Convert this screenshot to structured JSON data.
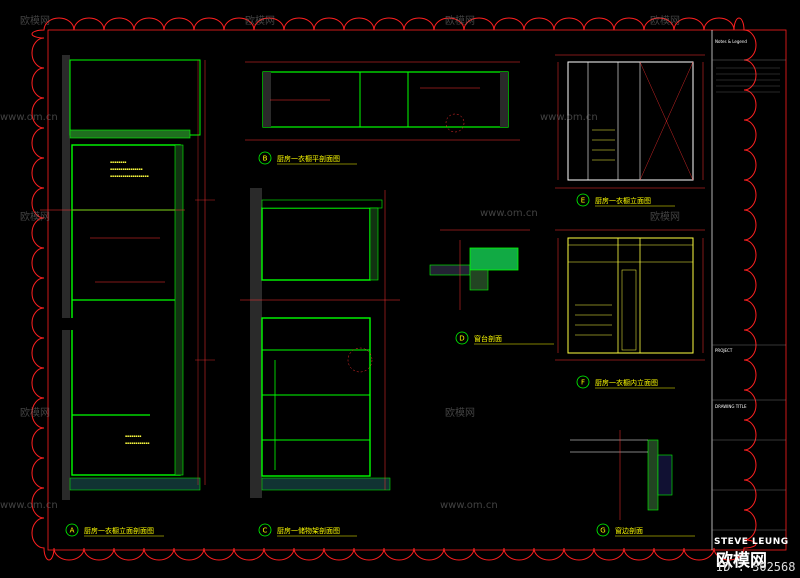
{
  "drawing": {
    "views": [
      {
        "label": "A",
        "title": "厨房一衣橱立面剖面图"
      },
      {
        "label": "B",
        "title": "厨房一衣橱平剖面图"
      },
      {
        "label": "C",
        "title": "厨房一储物架剖面图"
      },
      {
        "label": "D",
        "title": "窗台剖面"
      },
      {
        "label": "E",
        "title": "厨房一衣橱立面图"
      },
      {
        "label": "F",
        "title": "厨房一衣橱内立面图"
      },
      {
        "label": "G",
        "title": "窗边剖面"
      }
    ],
    "title_block": {
      "header": "Notes & Legend",
      "project_label": "PROJECT",
      "drawing_label": "DRAWING TITLE",
      "brand": "STEVE LEUNG"
    }
  },
  "watermarks": {
    "site_cn": "欧模网",
    "site_url": "www.om.cn",
    "logo_text": "欧模网",
    "id_text": "ID : 302568"
  },
  "colors": {
    "background": "#000000",
    "cloud_border": "#ff2020",
    "walls": "#00ff00",
    "cabinet": "#ffffff",
    "dimension": "#ff3030",
    "hatch": "#ffff40",
    "annotation": "#ffff00",
    "wall_fill": "#1a1a1a"
  }
}
